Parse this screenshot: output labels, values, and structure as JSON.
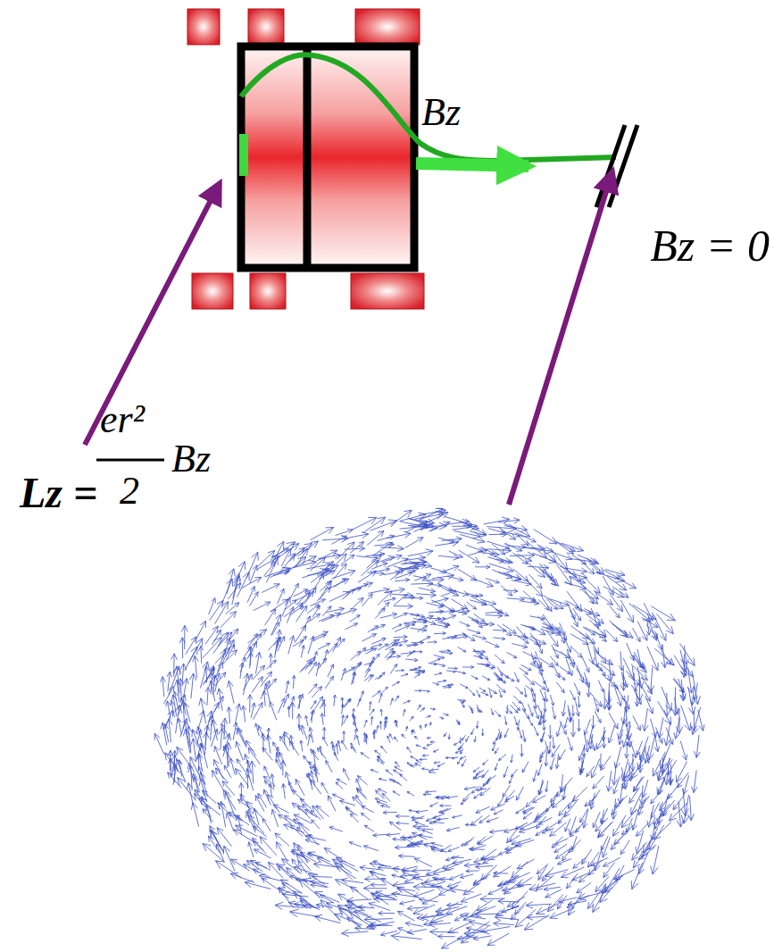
{
  "diagram": {
    "labels": [
      "Bz",
      "Bz = 0",
      "Lz =",
      "er²",
      "2",
      "Bz"
    ]
  }
}
